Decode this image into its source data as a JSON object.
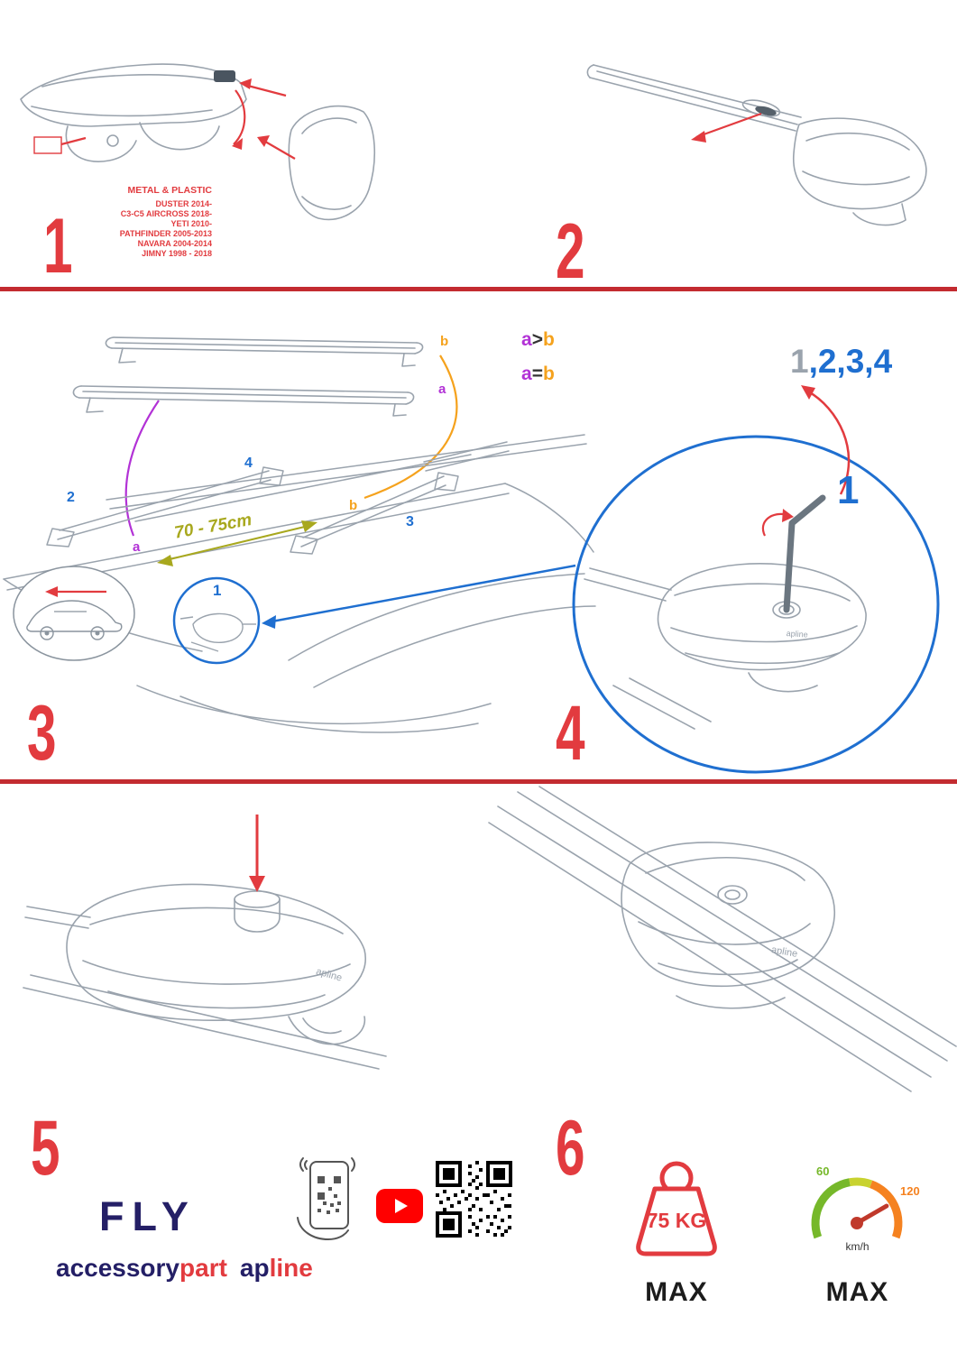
{
  "colors": {
    "accent_red": "#e23b3f",
    "divider_red": "#c32b30",
    "blue": "#1f6fd0",
    "purple": "#b232d6",
    "orange": "#f5a21d",
    "olive": "#a8a81e",
    "navy": "#241f66",
    "line_art_gray": "#9aa3ad",
    "youtube_red": "#ff0000"
  },
  "step1": {
    "number": "1",
    "material_label": "METAL & PLASTIC",
    "models": [
      "DUSTER 2014-",
      "C3-C5 AIRCROSS 2018-",
      "YETI 2010-",
      "PATHFINDER 2005-2013",
      "NAVARA 2004-2014",
      "JIMNY 1998 - 2018"
    ]
  },
  "step2": {
    "number": "2"
  },
  "step3": {
    "number": "3",
    "bar_label_b": "b",
    "bar_label_a": "a",
    "relation_gt": {
      "a": "a",
      "op": ">",
      "b": "b"
    },
    "relation_eq": {
      "a": "a",
      "op": "=",
      "b": "b"
    },
    "roof_labels": {
      "front_bar": "2",
      "rear_pos": "4",
      "right_pos": "3",
      "b": "b",
      "a": "a",
      "foot": "1"
    },
    "measurement": "70 - 75cm"
  },
  "step4": {
    "number": "4",
    "sequence_first": "1",
    "sequence_rest": ",2,3,4",
    "callout_number": "1"
  },
  "step5": {
    "number": "5"
  },
  "step6": {
    "number": "6"
  },
  "brand": {
    "product": "FLY",
    "name_dark": "accessory",
    "name_red": "part",
    "logo_dark": "ap",
    "logo_red": "line",
    "part_label": "apline"
  },
  "limits": {
    "weight": "75 KG",
    "weight_max": "MAX",
    "speed_60": "60",
    "speed_120": "120",
    "speed_unit": "km/h",
    "speed_max": "MAX"
  }
}
